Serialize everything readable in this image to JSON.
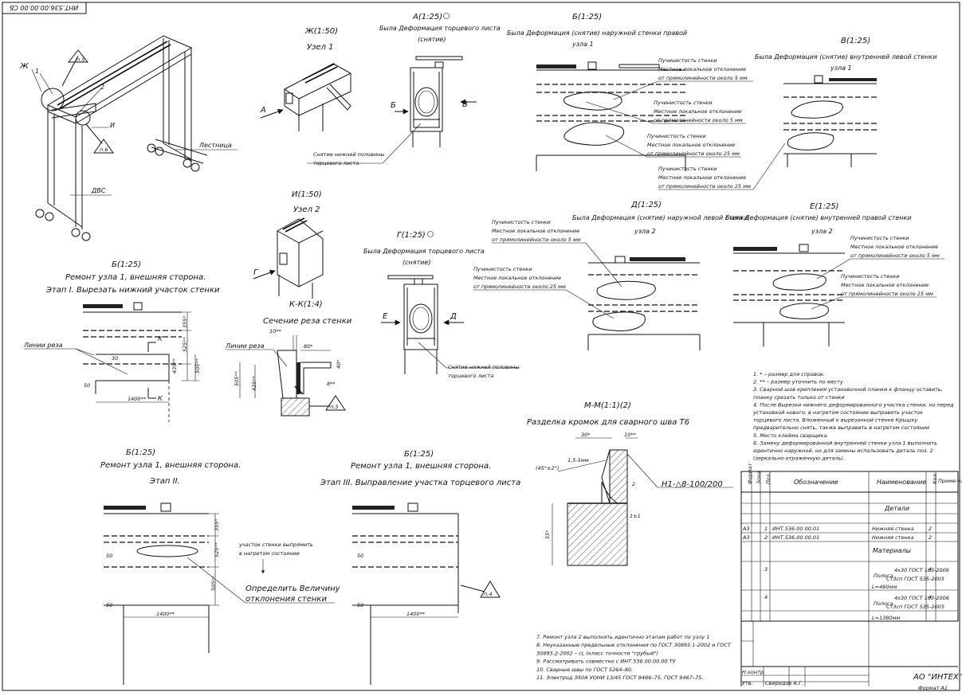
{
  "stamp": {
    "code": "ИНТ.536.00.00.00 СБ"
  },
  "views": {
    "zh": {
      "title": "Ж(1:50)",
      "subtitle": "Узел 1",
      "arrow": "А"
    },
    "i": {
      "title": "И(1:50)",
      "subtitle": "Узел 2",
      "arrow": "Г"
    },
    "a": {
      "title": "А(1:25)",
      "line1": "Была Деформация торцевого листа",
      "line2": "(снятие)",
      "left": "Б",
      "right": "В",
      "note": [
        "Снятие нижней половины",
        "торцевого листа"
      ]
    },
    "g": {
      "title": "Г(1:25)",
      "line1": "Была Деформация торцевого листа",
      "line2": "(снятие)",
      "left": "Е",
      "right": "Д",
      "note": [
        "Снятие нижней половины",
        "торцевого листа"
      ]
    },
    "b": {
      "title": "Б(1:25)",
      "line1": "Была Деформация (снятие) наружной стенки правой",
      "line2": "узла 1"
    },
    "v": {
      "title": "В(1:25)",
      "line1": "Была Деформация (снятие) внутренней левой стенки",
      "line2": "узла 1"
    },
    "d": {
      "title": "Д(1:25)",
      "line1": "Была Деформация (снятие) наружной левой стенки",
      "line2": "узла 2"
    },
    "e": {
      "title": "Е(1:25)",
      "line1": "Была Деформация (снятие) внутренней правой стенки",
      "line2": "узла 2"
    },
    "k": {
      "title": "К-К(1:4)",
      "subtitle": "Сечение реза стенки",
      "cut": "Линии реза",
      "d1": "10**",
      "d2": "80*",
      "d3": "40*",
      "d4": "8**",
      "d5": "505**",
      "d6": "435**",
      "flag": "п.3"
    },
    "m": {
      "title": "М-М(1:1)(2)",
      "subtitle": "Разделка кромок для сварного шва Т6",
      "d1": "30*",
      "d2": "10**",
      "d3": "(45°±2°)",
      "d4": "1,5-5мм",
      "d5": "55*",
      "d6": "2",
      "d7": "1±1",
      "weld": "Н1-△8-100/200"
    }
  },
  "defects": {
    "l1": "Пучинистость стенки",
    "l2": "Местное локальное отклонение",
    "l3": "от прямолинейности около 5 мм",
    "l3b": "от прямолинейности около 25 мм"
  },
  "frame": {
    "labels": {
      "zh": "Ж",
      "n1": "1",
      "n2": "2",
      "i": "И",
      "ladder": "Лестница",
      "dvs": "ДВС",
      "p5": "п.5",
      "p6": "п.6"
    }
  },
  "stage1": {
    "title": "Б(1:25)",
    "l1": "Ремонт узла 1, внешняя сторона.",
    "l2": "Этап I. Вырезать нижний участок стенки",
    "cut": "Линии реза",
    "k": "К",
    "d1": "355*",
    "d2": "525**",
    "d3": "505**",
    "d4": "435**",
    "d5": "50",
    "d6": "1400**",
    "d7": "30"
  },
  "stage2": {
    "title": "Б(1:25)",
    "l1": "Ремонт узла 1, внешняя сторона.",
    "l2": "Этап II.",
    "note1": "участок стенки выпрямить",
    "note2": "в нагретом состоянии",
    "note3": "Определить Величину",
    "note4": "отклонения стенки",
    "d1": "355*",
    "d2": "525**",
    "d3": "505**",
    "d4": "50",
    "d5": "50",
    "d6": "1400**"
  },
  "stage3": {
    "title": "Б(1:25)",
    "l1": "Ремонт узла 1, внешняя сторона.",
    "l2": "Этап III. Выправление участка торцевого листа",
    "d1": "50",
    "d2": "50",
    "d3": "1400**",
    "flag": "п.4"
  },
  "notes_top": [
    "1. * – размер для справок.",
    "2. ** – размер уточнить по месту",
    "3. Сварной шов крепления установочной планки к фланцу оставить,",
    "планку срезать только от стенки",
    "4. После Вырезки нижнего деформированного участка стенки, но перед",
    "установкой нового, в нагретом состоянии выправить участок",
    "торцевого листа. Вложенный к вырезанной стенке Крышку",
    "предварительно снять, также выправить в нагретом состоянии",
    "5. Место клейма сварщика.",
    "6. Замену деформированной внутренней стенки узла 1 выполнить",
    "идентично наружной, но для замены использовать деталь поз. 2",
    "(зеркально-отраженную деталь)."
  ],
  "notes_bottom": [
    "7. Ремонт узла 2 выполнять идентично этапам работ по узлу 1",
    "8. Неуказанные предельные отклонения по ГОСТ 30893.1-2002 и ГОСТ",
    "30893.2-2002 – cL (класс точности \"грубый\")",
    "9. Рассматривать совместно с ИНТ.536.00.00.00 ТУ",
    "10. Сварные швы по ГОСТ 5264–80.",
    "11. Электрод Э50А УОНИ 13/45 ГОСТ 9466–75, ГОСТ 9467–75."
  ],
  "spec": {
    "headers": {
      "format": "Формат",
      "zone": "Зона",
      "pos": "Поз.",
      "designation": "Обозначение",
      "name": "Наименование",
      "qty": "Кол.",
      "note": "Приме-чание"
    },
    "sec_parts": "Детали",
    "sec_materials": "Материалы",
    "rows": [
      {
        "f": "А3",
        "pos": "1",
        "des": "ИНТ.536.00.00.01",
        "name": "Нижняя стенка",
        "qty": "2"
      },
      {
        "f": "А3",
        "pos": "2",
        "des": "ИНТ.536.00.00.01",
        "name": "Нижняя стенка",
        "qty": "2"
      }
    ],
    "mat": [
      {
        "pos": "3",
        "a": "4х30 ГОСТ 103-2006",
        "b": "Полоса",
        "c": "Ст3сп ГОСТ 535-2005",
        "d": "L=460мм",
        "qty": "4"
      },
      {
        "pos": "4",
        "a": "4х30 ГОСТ 103-2006",
        "b": "Полоса",
        "c": "Ст3сп ГОСТ 535-2005",
        "d": "L=1380мм",
        "qty": "4"
      }
    ]
  },
  "titleblock": {
    "company": "АО \"ИНТЕХ\"",
    "format": "Формат   А1",
    "r1": "Н.контр.",
    "r2": "Утв.",
    "r3": "Свиридов А.Г."
  }
}
